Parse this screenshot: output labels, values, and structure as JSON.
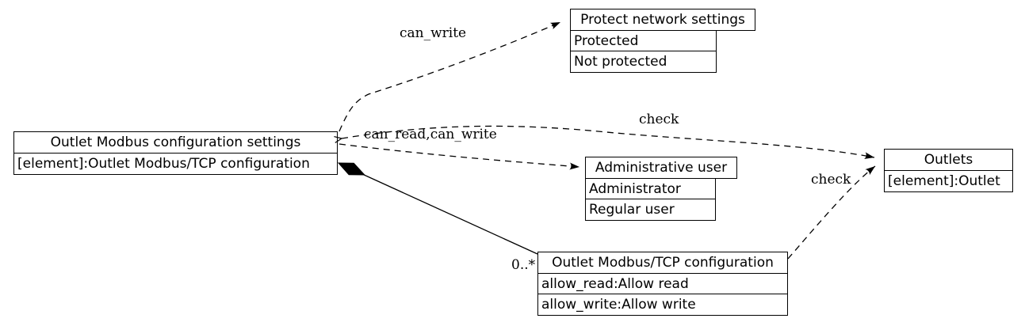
{
  "diagram": {
    "colors": {
      "background": "#ffffff",
      "line": "#000000",
      "text": "#000000"
    },
    "nodes": {
      "outlet_modbus_settings": {
        "title": "Outlet Modbus configuration settings",
        "rows": [
          "[element]:Outlet Modbus/TCP configuration"
        ]
      },
      "protect_network_settings": {
        "title": "Protect network settings",
        "rows": [
          "Protected",
          "Not protected"
        ]
      },
      "administrative_user": {
        "title": "Administrative user",
        "rows": [
          "Administrator",
          "Regular user"
        ]
      },
      "outlets": {
        "title": "Outlets",
        "rows": [
          "[element]:Outlet"
        ]
      },
      "outlet_modbus_tcp_configuration": {
        "title": "Outlet Modbus/TCP configuration",
        "rows": [
          "allow_read:Allow read",
          "allow_write:Allow write"
        ]
      }
    },
    "edges": {
      "can_write": {
        "label": "can_write",
        "style": "dashed"
      },
      "can_read_can_write": {
        "label": "can_read,can_write",
        "style": "dashed"
      },
      "check_settings_outlets": {
        "label": "check",
        "style": "dashed"
      },
      "check_config_outlets": {
        "label": "check",
        "style": "dashed"
      },
      "composition": {
        "multiplicity": "0..*",
        "style": "solid"
      }
    }
  }
}
